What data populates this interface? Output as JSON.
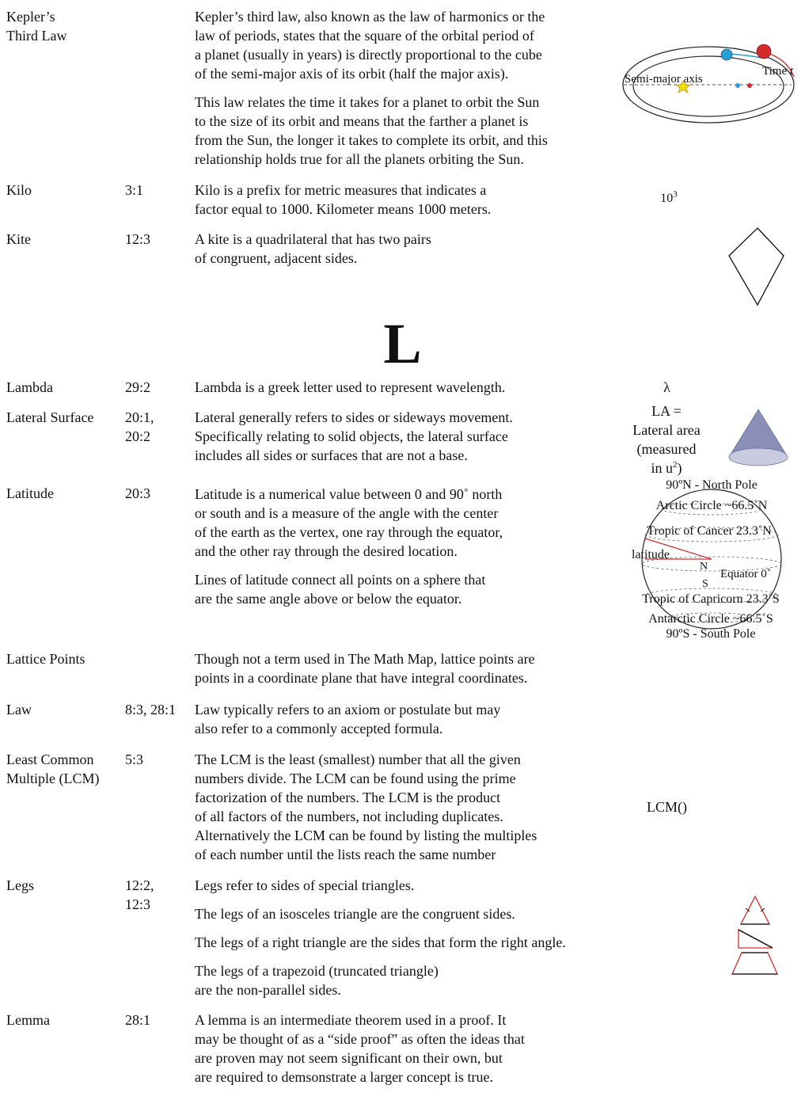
{
  "entries": {
    "kepler": {
      "term": [
        "Kepler’s",
        "Third Law"
      ],
      "ref": "",
      "paras": [
        "Kepler’s third law, also known as the law of harmonics or the\nlaw of periods, states that the square of the orbital period of\na planet (usually in years) is directly proportional to the cube\nof the semi-major axis of its orbit (half the major axis).",
        "This law relates the time it takes for a planet to orbit the Sun\nto the size of its orbit and means that the farther a planet is\nfrom the Sun, the longer it takes to complete its orbit, and this\nrelationship holds true for all the planets orbiting the Sun."
      ],
      "figure": {
        "axis_label": "Semi-major axis",
        "time_label": "Time",
        "time_var": "t"
      }
    },
    "kilo": {
      "term": "Kilo",
      "ref": "3:1",
      "paras": [
        "Kilo is a prefix for metric measures that indicates a\nfactor equal to 1000. Kilometer means 1000 meters."
      ],
      "figure": {
        "base": "10",
        "exp": "3"
      }
    },
    "kite": {
      "term": "Kite",
      "ref": "12:3",
      "paras": [
        "A kite is a quadrilateral that has two pairs\nof congruent, adjacent sides."
      ]
    },
    "section_letter": "L",
    "lambda": {
      "term": "Lambda",
      "ref": "29:2",
      "paras": [
        "Lambda is a greek letter used to represent wavelength."
      ],
      "figure": {
        "symbol": "λ"
      }
    },
    "lateral": {
      "term": "Lateral Surface",
      "ref": [
        "20:1,",
        "20:2"
      ],
      "paras": [
        "Lateral generally refers to sides or sideways movement.\nSpecifically relating to solid objects, the lateral surface\nincludes all sides or surfaces that are not a base."
      ],
      "figure": {
        "lines": [
          "LA =",
          "Lateral area",
          "(measured"
        ],
        "last_pre": "in u",
        "last_exp": "2",
        "last_post": ")"
      }
    },
    "latitude": {
      "term": "Latitude",
      "ref": "20:3",
      "paras": [
        "Latitude is a numerical value between 0 and 90˚ north\nor south and is a measure of the angle with the center\nof the earth as the vertex, one ray through the equator,\nand the other ray through the desired location.",
        "Lines of latitude connect all points on a sphere that\nare the same angle above or below the equator."
      ],
      "figure": {
        "north_pole": "90ºN - North Pole",
        "arctic": "Arctic Circle ~66.5˚N",
        "cancer": "Tropic of Cancer 23.3˚N",
        "latitude": "latitude",
        "n": "N",
        "equator": "Equator 0˚",
        "s": "S",
        "capricorn": "Tropic of Capricorn 23.3˚S",
        "antarctic": "Antarctic Circle ~66.5˚S",
        "south_pole": "90ºS - South Pole"
      }
    },
    "lattice": {
      "term": "Lattice Points",
      "ref": "",
      "paras": [
        "Though not a term used in The Math Map, lattice points are\npoints in a coordinate plane that have integral coordinates."
      ]
    },
    "law": {
      "term": "Law",
      "ref": "8:3, 28:1",
      "paras": [
        "Law typically refers to an axiom or postulate but may\nalso refer to a commonly accepted formula."
      ]
    },
    "lcm": {
      "term": [
        "Least Common",
        "Multiple (LCM)"
      ],
      "ref": "5:3",
      "paras": [
        "The LCM is the least (smallest) number that all the given\nnumbers divide. The LCM can be found using the prime\nfactorization of the numbers. The LCM is the product\nof all factors of the numbers, not including duplicates.\nAlternatively the LCM can be found by listing the multiples\nof each number until the lists reach the same number"
      ],
      "figure": {
        "text": "LCM()"
      }
    },
    "legs": {
      "term": "Legs",
      "ref": [
        "12:2,",
        "12:3"
      ],
      "paras": [
        "Legs refer to sides of special triangles.",
        "The legs of an isosceles triangle are the congruent sides.",
        "The legs of a right triangle are the sides that form the right angle.",
        "The legs of a trapezoid (truncated triangle)\nare the non-parallel sides."
      ]
    },
    "lemma": {
      "term": "Lemma",
      "ref": "28:1",
      "paras": [
        "A lemma is an intermediate theorem used in a proof. It\nmay be thought of as a “side proof” as often the ideas that\nare proven may not seem significant on their own, but\nare required to demsonstrate a larger concept is true."
      ]
    }
  },
  "colors": {
    "red": "#d42a2a",
    "blue": "#2a9fd6",
    "cone": "#8a8fb8"
  }
}
